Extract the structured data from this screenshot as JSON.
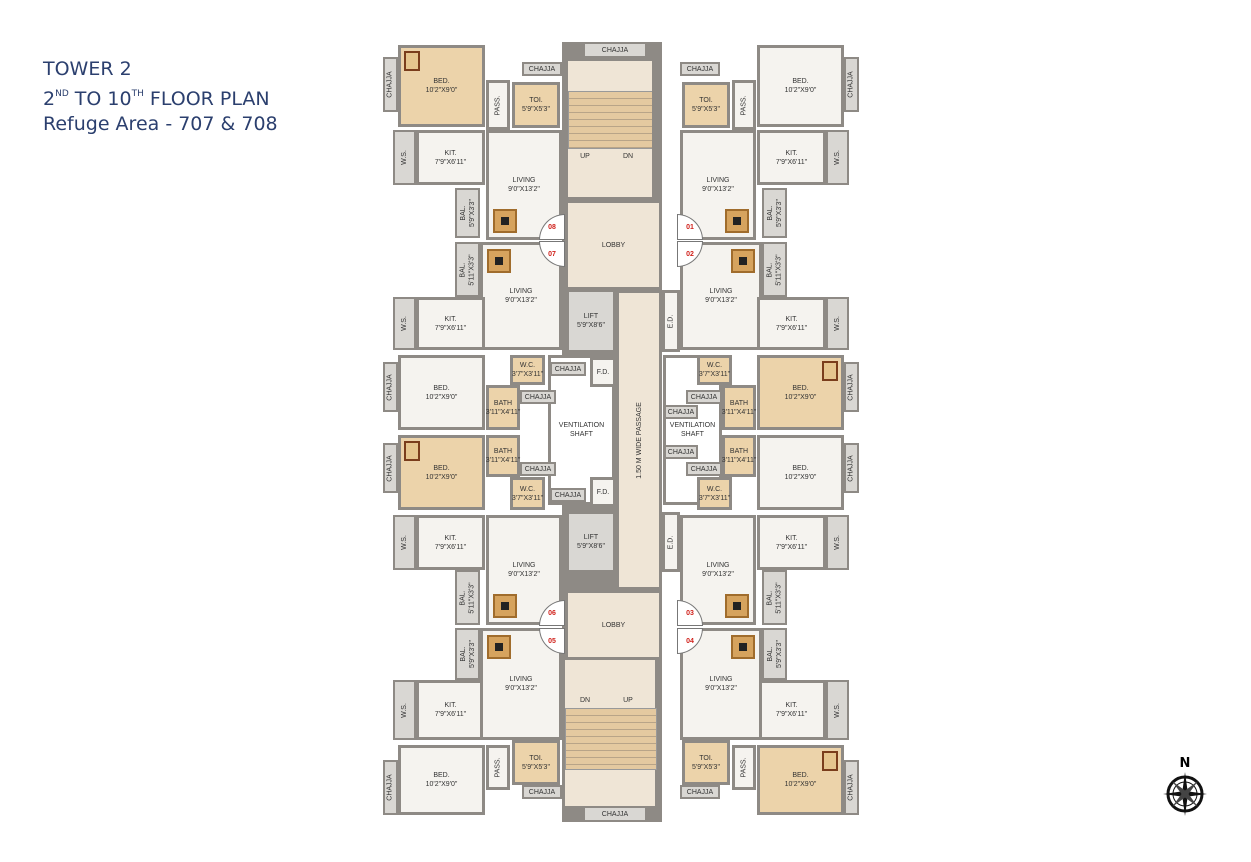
{
  "title": {
    "line1": "TOWER 2",
    "line2_a": "2",
    "line2_a_sup": "ND",
    "line2_b": " TO 10",
    "line2_b_sup": "TH",
    "line2_c": " FLOOR PLAN",
    "line3": "Refuge Area - 707 & 708"
  },
  "colors": {
    "title": "#2b3f6e",
    "walls": "#8e8a85",
    "wet_area": "#ecd3aa",
    "flat_number": "#d0201a"
  },
  "units": [
    {
      "number": "08",
      "rooms": [
        {
          "label": "BED.",
          "dim": "10'2\"X9'0\""
        },
        {
          "label": "PASS.",
          "dim": ""
        },
        {
          "label": "TOI.",
          "dim": "5'9\"X5'3\""
        },
        {
          "label": "W.S.",
          "dim": ""
        },
        {
          "label": "KIT.",
          "dim": "7'9\"X6'11\""
        },
        {
          "label": "LIVING",
          "dim": "9'0\"X13'2\""
        },
        {
          "label": "BAL.",
          "dim": "5'9\"X3'3\""
        },
        {
          "label": "CHAJJA",
          "dim": ""
        },
        {
          "label": "CHAJJA",
          "dim": ""
        }
      ]
    },
    {
      "number": "07",
      "rooms": [
        {
          "label": "BAL.",
          "dim": "5'11\"X3'3\""
        },
        {
          "label": "LIVING",
          "dim": "9'0\"X13'2\""
        },
        {
          "label": "KIT.",
          "dim": "7'9\"X6'11\""
        },
        {
          "label": "W.S.",
          "dim": ""
        },
        {
          "label": "BED.",
          "dim": "10'2\"X9'0\""
        },
        {
          "label": "CHAJJA",
          "dim": ""
        },
        {
          "label": "W.C.",
          "dim": "3'7\"X3'11\""
        },
        {
          "label": "BATH",
          "dim": "3'11\"X4'11\""
        },
        {
          "label": "CHAJJA",
          "dim": ""
        }
      ]
    },
    {
      "number": "06",
      "rooms": [
        {
          "label": "BAL.",
          "dim": "5'11\"X3'3\""
        },
        {
          "label": "LIVING",
          "dim": "9'0\"X13'2\""
        },
        {
          "label": "KIT.",
          "dim": "7'9\"X6'11\""
        },
        {
          "label": "W.S.",
          "dim": ""
        },
        {
          "label": "BED.",
          "dim": "10'2\"X9'0\""
        },
        {
          "label": "CHAJJA",
          "dim": ""
        },
        {
          "label": "W.C.",
          "dim": "3'7\"X3'11\""
        },
        {
          "label": "BATH",
          "dim": "3'11\"X4'11\""
        },
        {
          "label": "CHAJJA",
          "dim": ""
        }
      ]
    },
    {
      "number": "05",
      "rooms": [
        {
          "label": "BED.",
          "dim": "10'2\"X9'0\""
        },
        {
          "label": "PASS.",
          "dim": ""
        },
        {
          "label": "TOI.",
          "dim": "5'9\"X5'3\""
        },
        {
          "label": "W.S.",
          "dim": ""
        },
        {
          "label": "KIT.",
          "dim": "7'9\"X6'11\""
        },
        {
          "label": "LIVING",
          "dim": "9'0\"X13'2\""
        },
        {
          "label": "BAL.",
          "dim": "5'9\"X3'3\""
        },
        {
          "label": "CHAJJA",
          "dim": ""
        },
        {
          "label": "CHAJJA",
          "dim": ""
        }
      ]
    },
    {
      "number": "01",
      "rooms": [
        {
          "label": "BED.",
          "dim": "10'2\"X9'0\""
        },
        {
          "label": "PASS.",
          "dim": ""
        },
        {
          "label": "TOI.",
          "dim": "5'9\"X5'3\""
        },
        {
          "label": "W.S.",
          "dim": ""
        },
        {
          "label": "KIT.",
          "dim": "7'9\"X6'11\""
        },
        {
          "label": "LIVING",
          "dim": "9'0\"X13'2\""
        },
        {
          "label": "BAL.",
          "dim": "5'9\"X3'3\""
        },
        {
          "label": "CHAJJA",
          "dim": ""
        },
        {
          "label": "CHAJJA",
          "dim": ""
        }
      ]
    },
    {
      "number": "02",
      "rooms": [
        {
          "label": "BAL.",
          "dim": "5'11\"X3'3\""
        },
        {
          "label": "LIVING",
          "dim": "9'0\"X13'2\""
        },
        {
          "label": "KIT.",
          "dim": "7'9\"X6'11\""
        },
        {
          "label": "W.S.",
          "dim": ""
        },
        {
          "label": "BED.",
          "dim": "10'2\"X9'0\""
        },
        {
          "label": "CHAJJA",
          "dim": ""
        },
        {
          "label": "W.C.",
          "dim": "3'7\"X3'11\""
        },
        {
          "label": "BATH",
          "dim": "3'11\"X4'11\""
        },
        {
          "label": "CHAJJA",
          "dim": ""
        }
      ]
    },
    {
      "number": "03",
      "rooms": [
        {
          "label": "BAL.",
          "dim": "5'11\"X3'3\""
        },
        {
          "label": "LIVING",
          "dim": "9'0\"X13'2\""
        },
        {
          "label": "KIT.",
          "dim": "7'9\"X6'11\""
        },
        {
          "label": "W.S.",
          "dim": ""
        },
        {
          "label": "BED.",
          "dim": "10'2\"X9'0\""
        },
        {
          "label": "CHAJJA",
          "dim": ""
        },
        {
          "label": "W.C.",
          "dim": "3'7\"X3'11\""
        },
        {
          "label": "BATH",
          "dim": "3'11\"X4'11\""
        },
        {
          "label": "CHAJJA",
          "dim": ""
        }
      ]
    },
    {
      "number": "04",
      "rooms": [
        {
          "label": "BED.",
          "dim": "10'2\"X9'0\""
        },
        {
          "label": "PASS.",
          "dim": ""
        },
        {
          "label": "TOI.",
          "dim": "5'9\"X5'3\""
        },
        {
          "label": "W.S.",
          "dim": ""
        },
        {
          "label": "KIT.",
          "dim": "7'9\"X6'11\""
        },
        {
          "label": "LIVING",
          "dim": "9'0\"X13'2\""
        },
        {
          "label": "BAL.",
          "dim": "5'9\"X3'3\""
        },
        {
          "label": "CHAJJA",
          "dim": ""
        },
        {
          "label": "CHAJJA",
          "dim": ""
        }
      ]
    }
  ],
  "core": [
    {
      "label": "CHAJJA",
      "dim": ""
    },
    {
      "label": "",
      "dim": ""
    },
    {
      "label": "UP",
      "dim": ""
    },
    {
      "label": "DN",
      "dim": ""
    },
    {
      "label": "LOBBY",
      "dim": ""
    },
    {
      "label": "LIFT",
      "dim": "5'9\"X8'6\""
    },
    {
      "label": "E.D.",
      "dim": ""
    },
    {
      "label": "F.D.",
      "dim": ""
    },
    {
      "label": "VENTILATION",
      "dim": "SHAFT"
    },
    {
      "label": "VENTILATION",
      "dim": "SHAFT"
    },
    {
      "label": "1.50 M WIDE PASSAGE",
      "dim": ""
    },
    {
      "label": "F.D.",
      "dim": ""
    },
    {
      "label": "LIFT",
      "dim": "5'9\"X8'6\""
    },
    {
      "label": "E.D.",
      "dim": ""
    },
    {
      "label": "LOBBY",
      "dim": ""
    },
    {
      "label": "DN",
      "dim": ""
    },
    {
      "label": "UP",
      "dim": ""
    },
    {
      "label": "CHAJJA",
      "dim": ""
    },
    {
      "label": "CHAJJA",
      "dim": ""
    },
    {
      "label": "CHAJJA",
      "dim": ""
    },
    {
      "label": "CHAJJA",
      "dim": ""
    },
    {
      "label": "CHAJJA",
      "dim": ""
    }
  ],
  "compass": {
    "label": "N",
    "icon": "compass-rose-icon"
  }
}
